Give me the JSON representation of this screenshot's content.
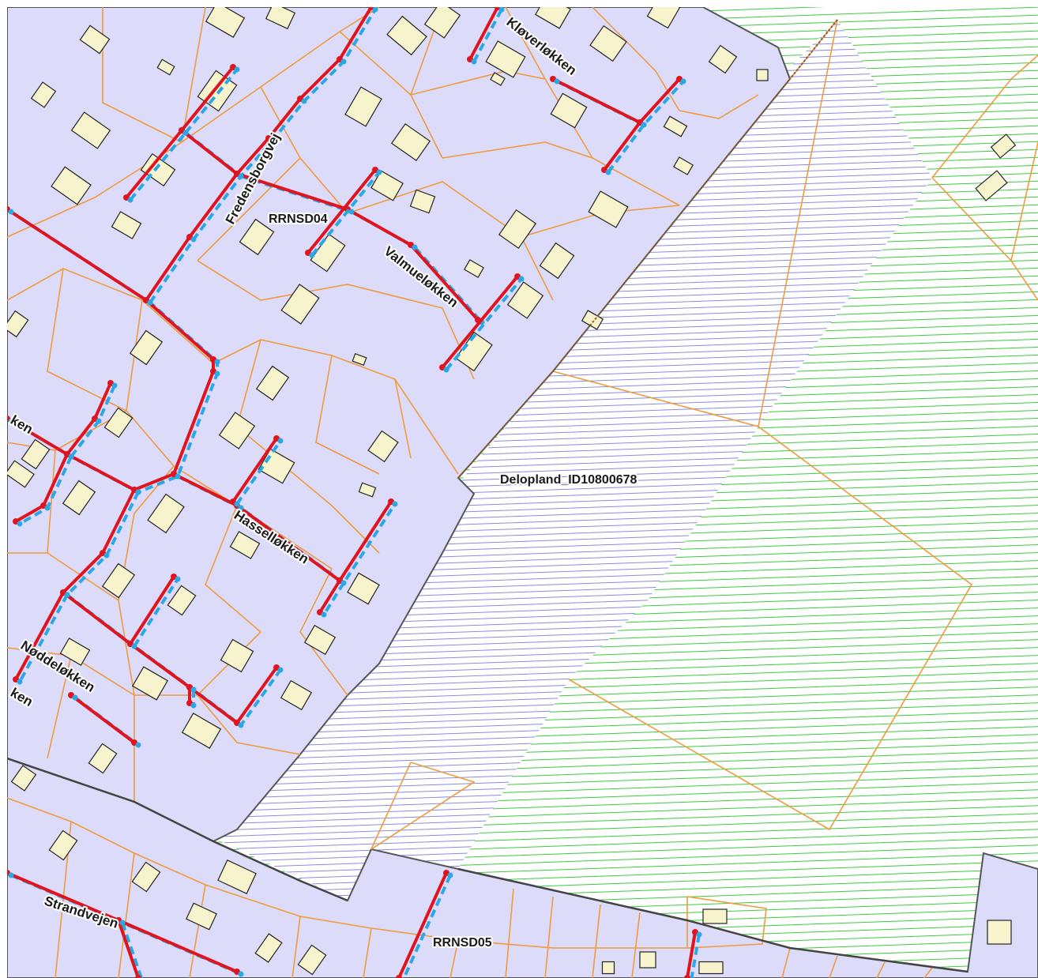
{
  "map": {
    "labels": {
      "area_north": "RRNSD04",
      "area_south": "RRNSD05",
      "plan_area": "Delopland_ID10800678"
    },
    "streets": {
      "kloverlokken": "Kløverløkken",
      "fredensborgvej": "Fredensborgvej",
      "valmuelokken": "Valmueløkken",
      "hasselokken": "Hasselløkken",
      "naddelokken": "Nøddeløkken",
      "strandvejen": "Strandvejen",
      "edge_west": "ken",
      "edge_west2": "ken"
    },
    "colors": {
      "zone_fill": "#dcdcfa",
      "parcel_line": "#ef9a3c",
      "building_fill": "#f7f3cd",
      "building_line": "#222222",
      "pipe_red": "#e0141e",
      "pipe_blue": "#2aa8e6",
      "hatch_blue": "#8a8ae0",
      "hatch_green": "#3ccc3c",
      "boundary": "#555555"
    }
  }
}
